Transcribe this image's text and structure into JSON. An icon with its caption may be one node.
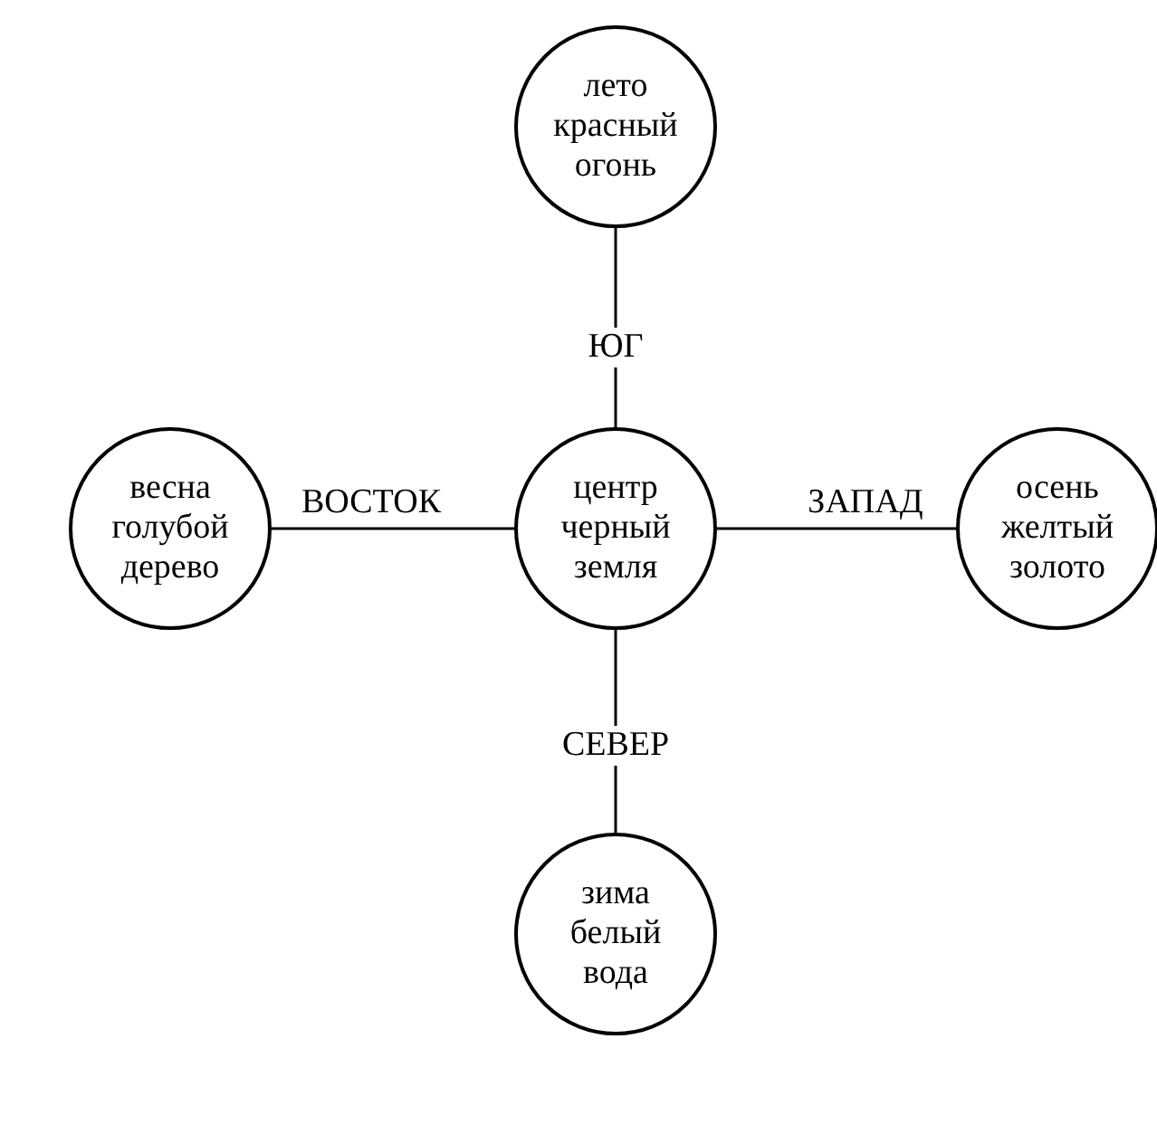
{
  "diagram": {
    "nodes": [
      {
        "text": [
          "центр черный земля"
        ]
      },
      {
        "text": [
          "лето красный огонь"
        ]
      },
      {
        "text": [
          "весна голубой дерево"
        ]
      },
      {
        "text": [
          "осень желтый золото"
        ]
      },
      {
        "text": [
          "зима белый вода"
        ]
      }
    ],
    "edges": [
      {
        "from": 0,
        "to": 1,
        "arrow": "none",
        "label": "ЮГ"
      },
      {
        "from": 0,
        "to": 2,
        "arrow": "none",
        "label": "ВОСТОК"
      },
      {
        "from": 0,
        "to": 3,
        "arrow": "none",
        "label": "ЗАПАД"
      },
      {
        "from": 0,
        "to": 4,
        "arrow": "none",
        "label": "СЕВЕР"
      }
    ]
  }
}
